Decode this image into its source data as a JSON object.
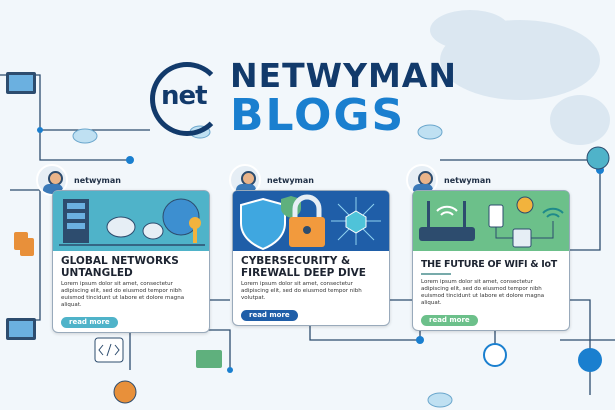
{
  "logo": {
    "mark": "net",
    "title": "NETWYMAN",
    "subtitle": "BLOGS"
  },
  "colors": {
    "navy": "#123a6b",
    "blue": "#1a7fcf",
    "teal": "#4fb3c9",
    "security": "#1f5ea8",
    "green": "#6cc08a"
  },
  "cards": [
    {
      "author": "netwyman",
      "title": "GLOBAL NETWORKS UNTANGLED",
      "body": "Lorem ipsum dolor sit amet, consectetur adipiscing elit, sed do eiusmod tempor nibh euismod tincidunt ut labore et dolore magna aliquat.",
      "button": "read more",
      "icons": [
        "server-icon",
        "satellite-dish-icon",
        "globe-icon",
        "key-icon"
      ]
    },
    {
      "author": "netwyman",
      "title": "CYBERSECURITY & FIREWALL DEEP DIVE",
      "body": "Lorem ipsum dolor sit amet, consectetur adipiscing elit, sed do eiusmod tempor nibh volutpat.",
      "button": "read more",
      "icons": [
        "shield-icon",
        "padlock-icon",
        "circuit-icon"
      ]
    },
    {
      "author": "netwyman",
      "title": "THE FUTURE OF WIFI & IoT",
      "body": "Lorem ipsum dolor sit amet, consectetur adipiscing elit, sed do eiusmod tempor nibh euismod tincidunt ut labore et dolore magna aliquat.",
      "button": "read more",
      "icons": [
        "router-icon",
        "lightbulb-icon",
        "smart-plug-icon",
        "wifi-icon"
      ]
    }
  ]
}
